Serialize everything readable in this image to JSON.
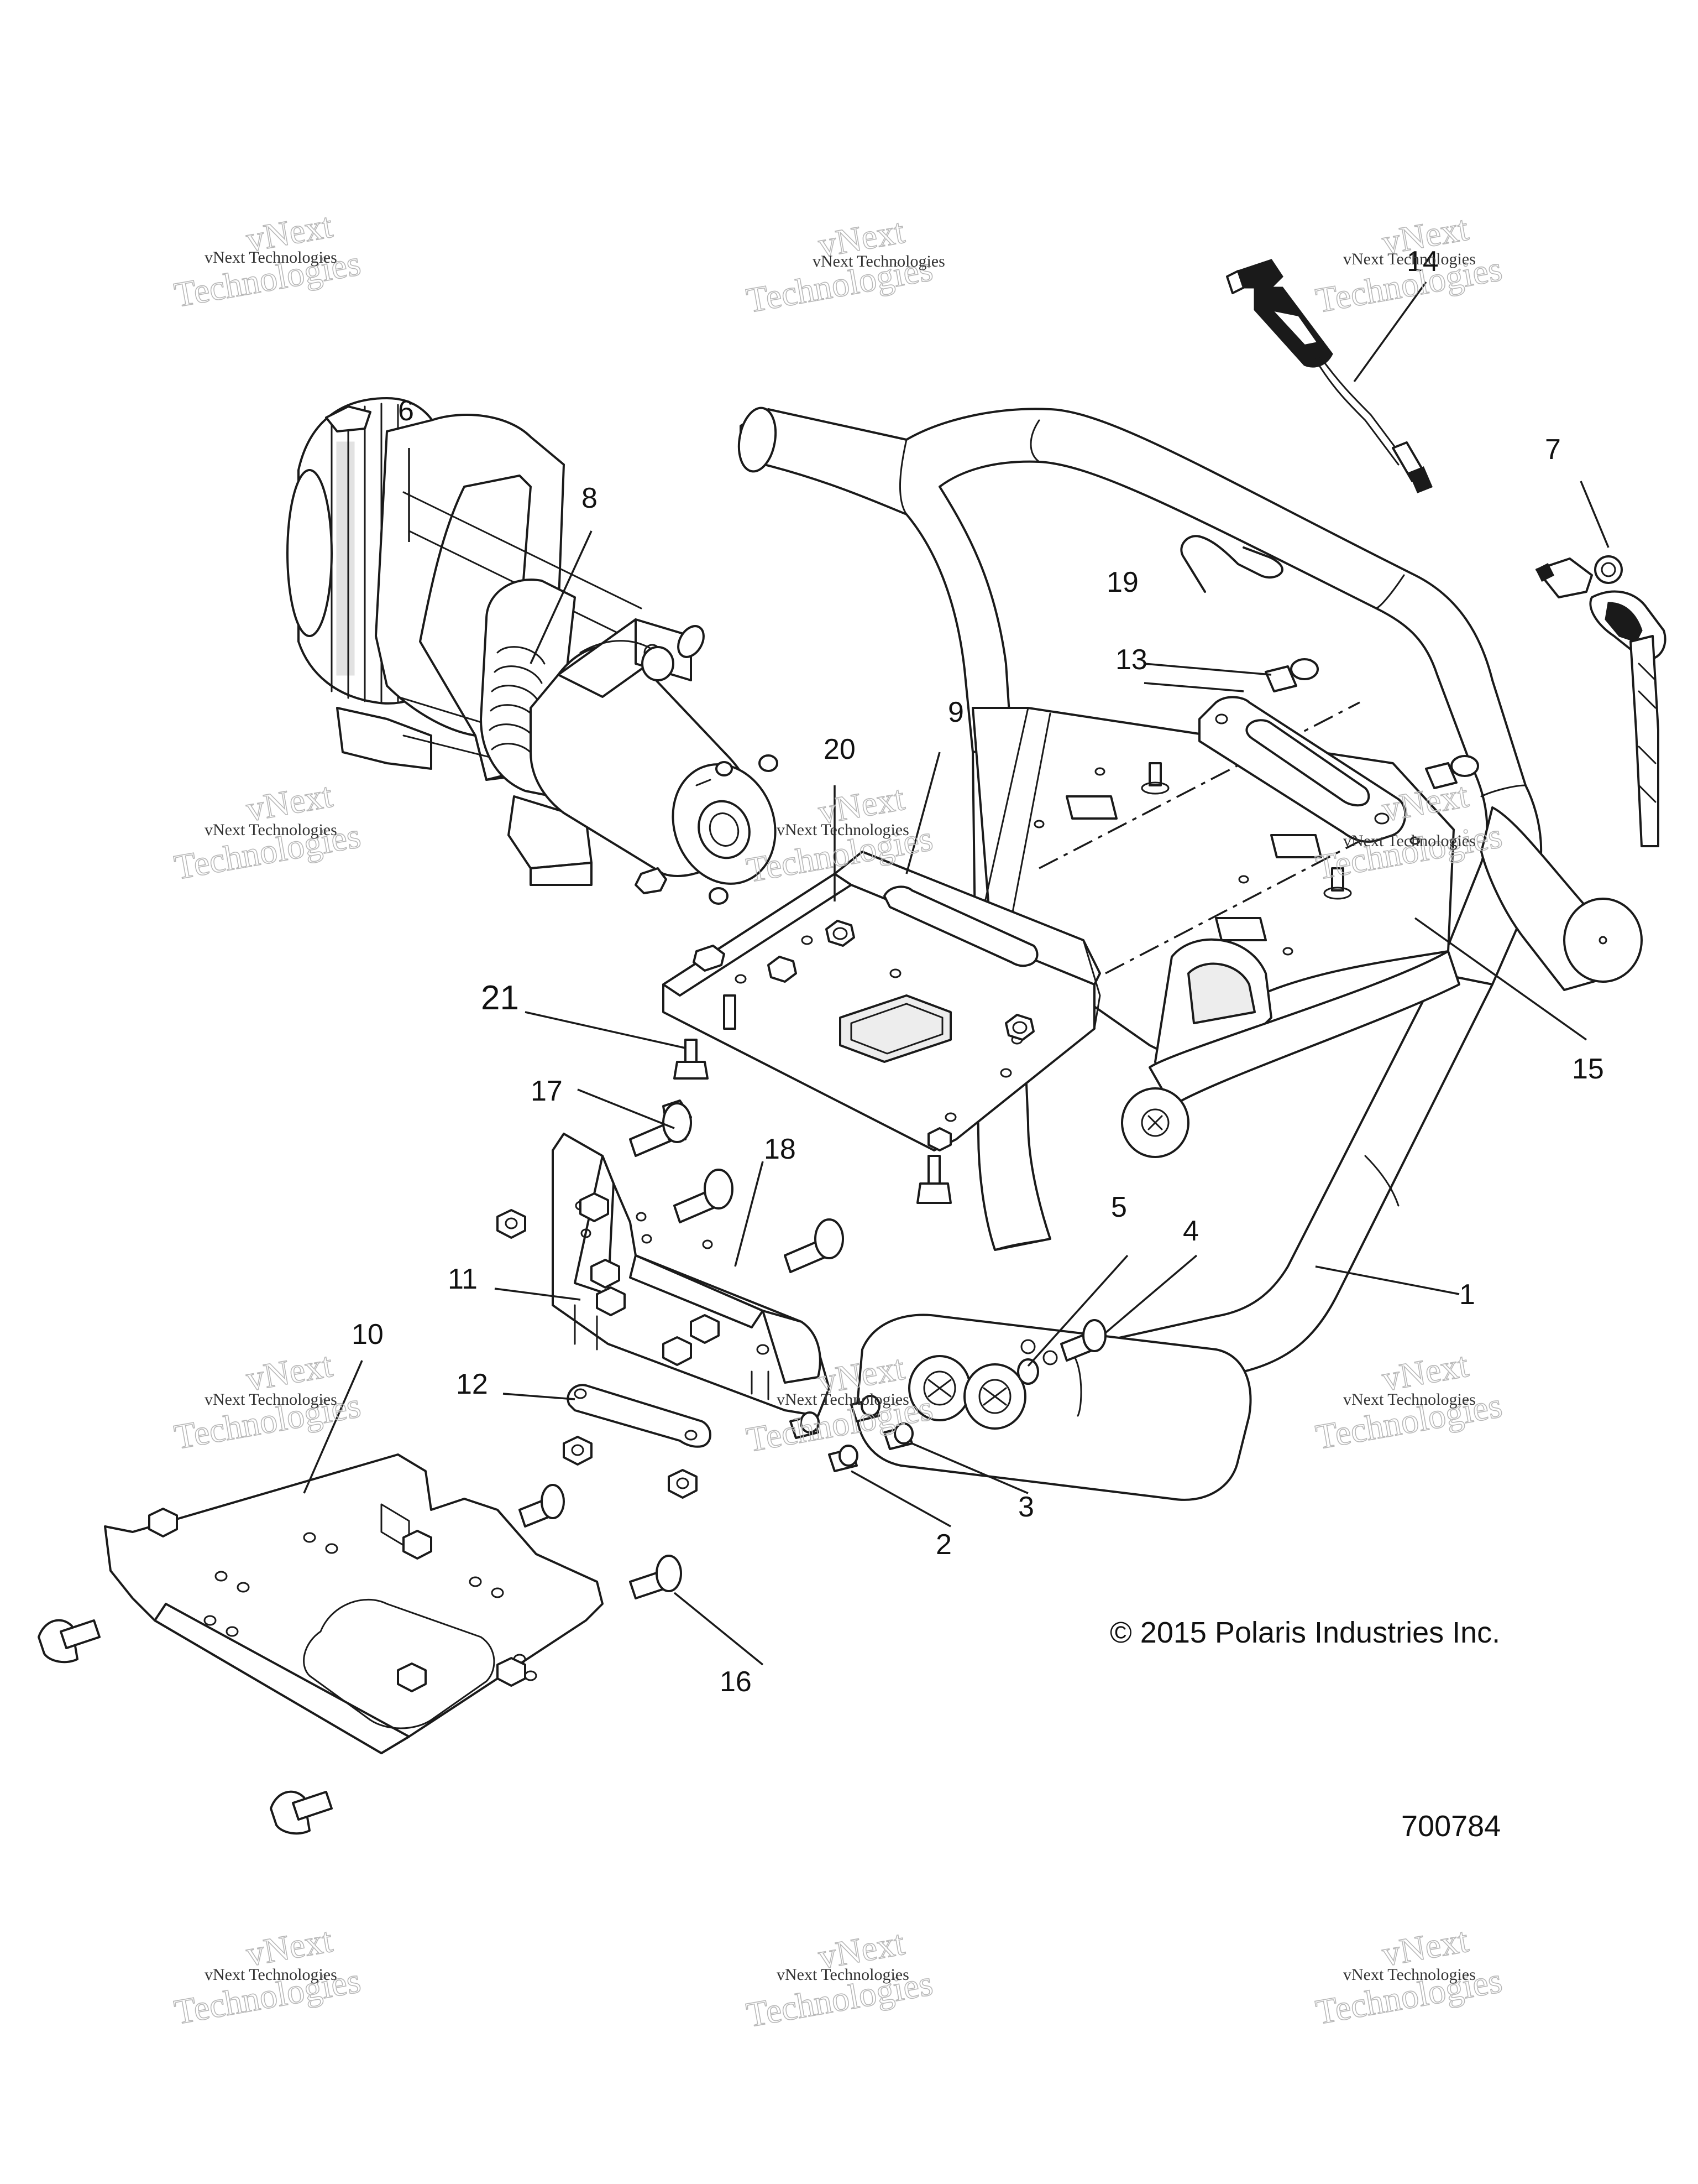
{
  "watermark": {
    "line1": "vNext Technologies",
    "line2": "Technologies",
    "line3": "vNext"
  },
  "callouts": {
    "c1": "1",
    "c2": "2",
    "c3": "3",
    "c4": "4",
    "c5": "5",
    "c6": "6",
    "c7": "7",
    "c8": "8",
    "c9": "9",
    "c10": "10",
    "c11": "11",
    "c12": "12",
    "c13": "13",
    "c14": "14",
    "c15": "15",
    "c16": "16",
    "c17": "17",
    "c18": "18",
    "c19": "19",
    "c20": "20",
    "c21": "21"
  },
  "copyright": "© 2015 Polaris Industries Inc.",
  "drawing_number": "700784"
}
